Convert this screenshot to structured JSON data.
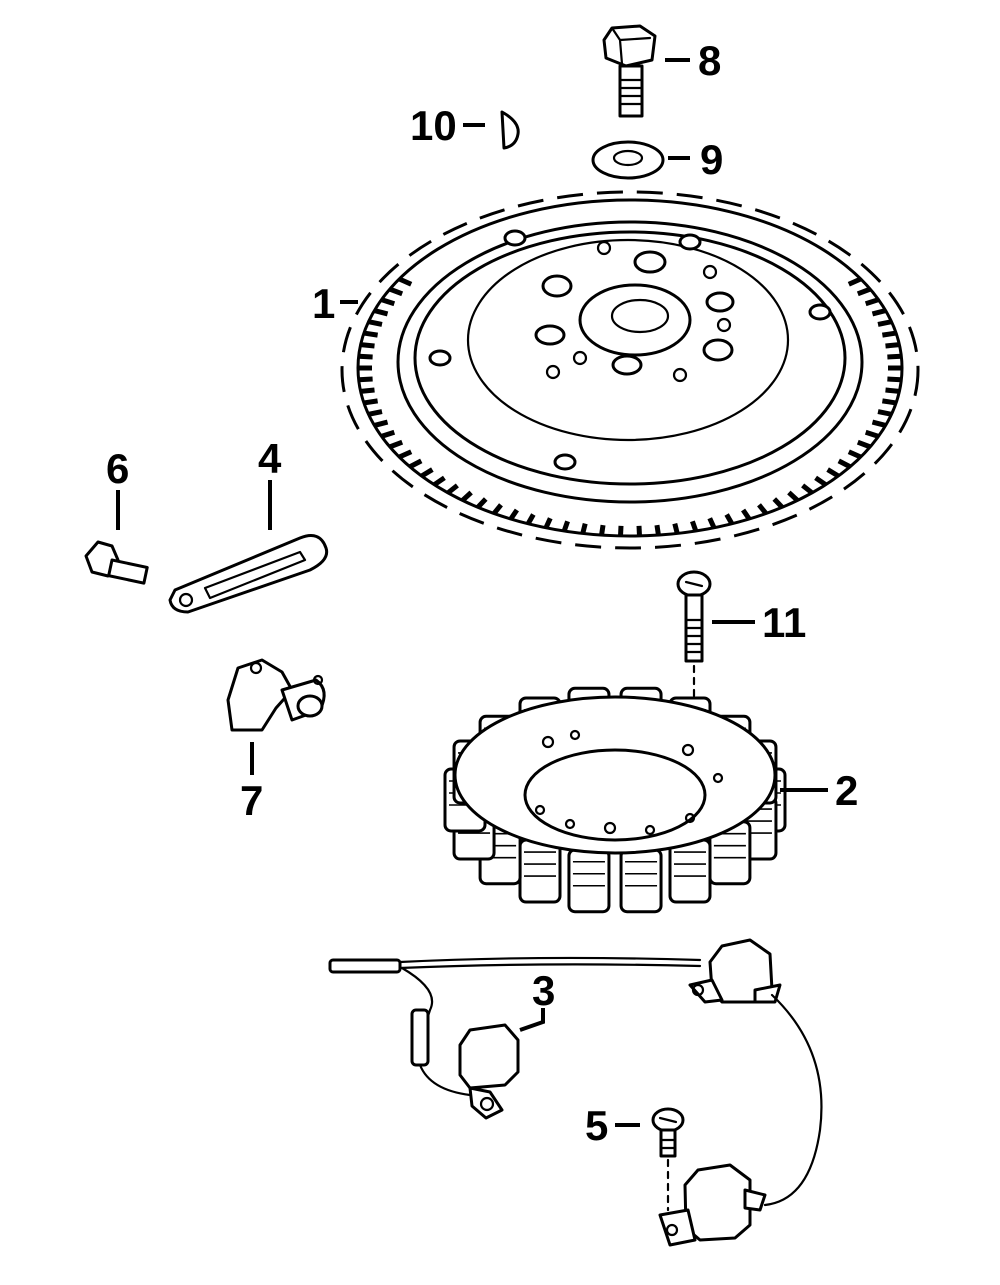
{
  "callouts": [
    {
      "id": "1",
      "text": "1",
      "part": "flywheel"
    },
    {
      "id": "2",
      "text": "2",
      "part": "stator"
    },
    {
      "id": "3",
      "text": "3",
      "part": "ignition-module-left"
    },
    {
      "id": "4",
      "text": "4",
      "part": "bracket"
    },
    {
      "id": "5",
      "text": "5",
      "part": "module-screw"
    },
    {
      "id": "6",
      "text": "6",
      "part": "bracket-bolt"
    },
    {
      "id": "7",
      "text": "7",
      "part": "sensor"
    },
    {
      "id": "8",
      "text": "8",
      "part": "flywheel-bolt"
    },
    {
      "id": "9",
      "text": "9",
      "part": "washer"
    },
    {
      "id": "10",
      "text": "10",
      "part": "woodruff-key"
    },
    {
      "id": "11",
      "text": "11",
      "part": "stator-bolt"
    }
  ]
}
